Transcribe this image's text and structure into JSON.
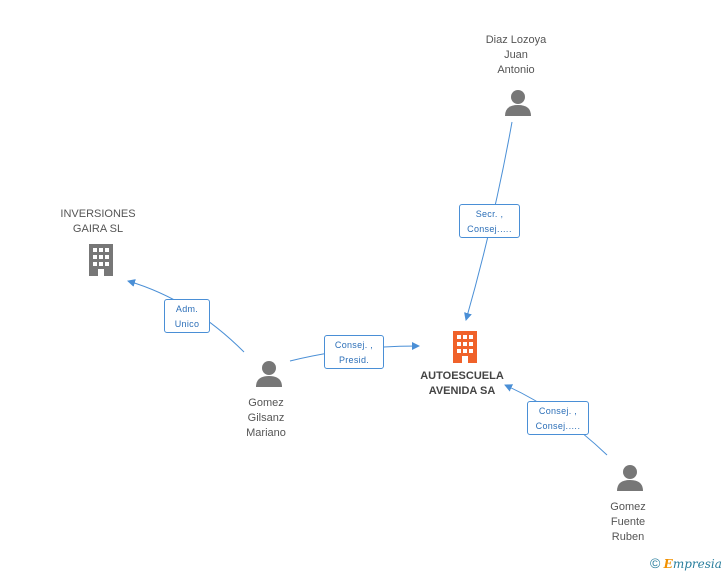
{
  "colors": {
    "edge": "#4a8fd6",
    "person_icon": "#777777",
    "company_icon": "#777777",
    "main_company_icon": "#f0622a"
  },
  "nodes": {
    "diaz": {
      "lines": [
        "Diaz Lozoya",
        "Juan",
        "Antonio"
      ],
      "icon": "person-icon"
    },
    "inversiones": {
      "lines": [
        "INVERSIONES",
        "GAIRA SL"
      ],
      "icon": "building-icon"
    },
    "autoescuela": {
      "lines": [
        "AUTOESCUELA",
        "AVENIDA SA"
      ],
      "icon": "building-icon"
    },
    "gilsanz": {
      "lines": [
        "Gomez",
        "Gilsanz",
        "Mariano"
      ],
      "icon": "person-icon"
    },
    "fuente": {
      "lines": [
        "Gomez",
        "Fuente",
        "Ruben"
      ],
      "icon": "person-icon"
    }
  },
  "edges": {
    "diaz_autoescuela": [
      "Secr. ,",
      "Consej.…."
    ],
    "gilsanz_inversiones": [
      "Adm.",
      "Unico"
    ],
    "gilsanz_autoescuela": [
      "Consej. ,",
      "Presid."
    ],
    "fuente_autoescuela": [
      "Consej. ,",
      "Consej.…."
    ]
  },
  "brand": {
    "copyright": "©",
    "initial": "E",
    "rest": "mpresia"
  }
}
